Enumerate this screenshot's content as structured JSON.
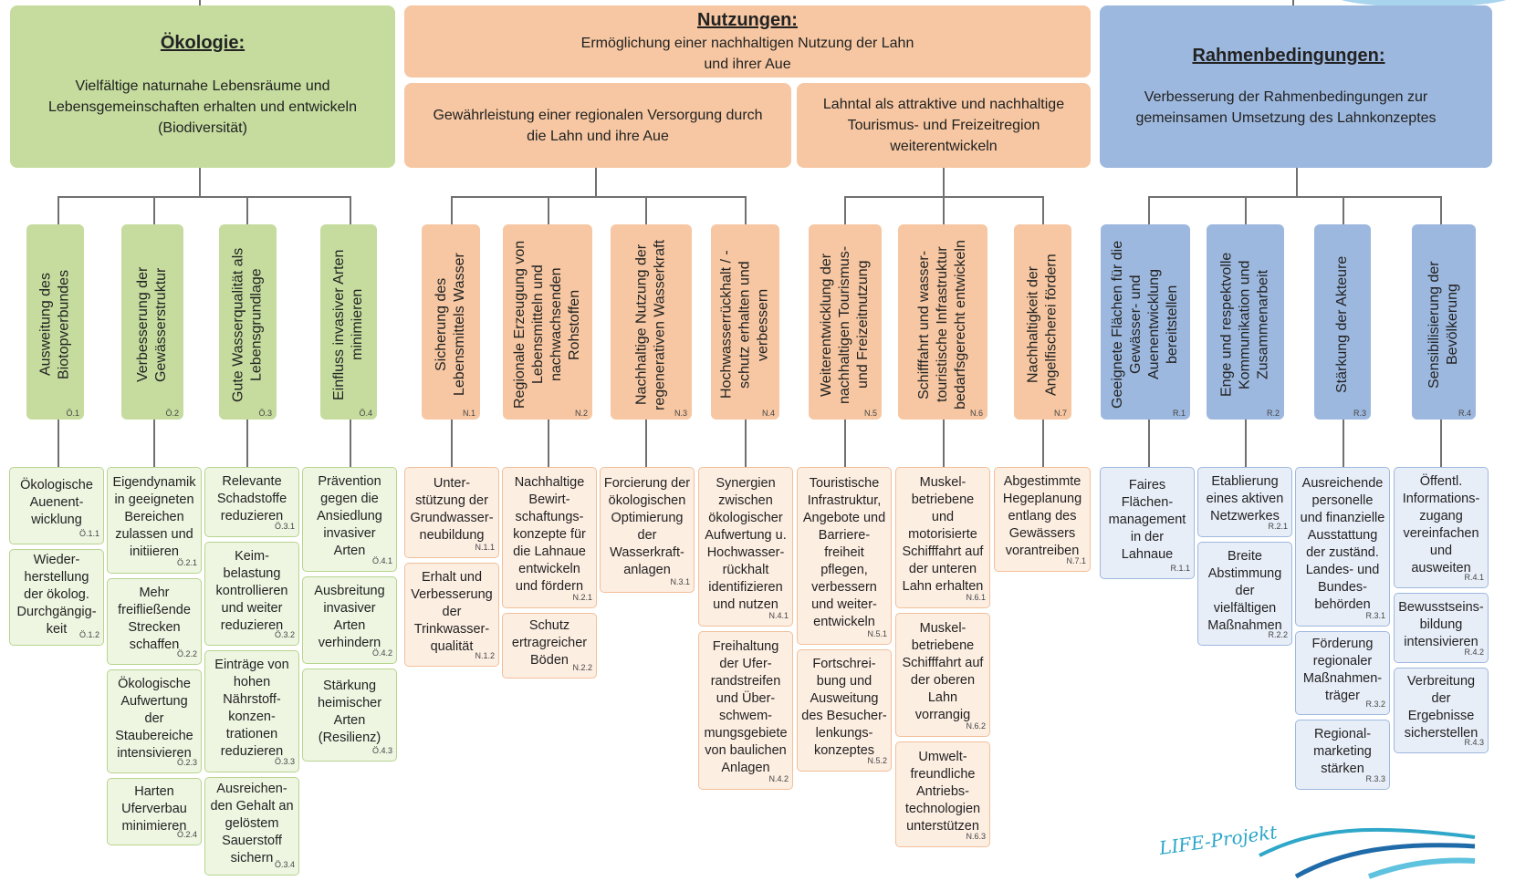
{
  "headers": {
    "oekologie": {
      "title": "Ökologie:",
      "text": "Vielfältige naturnahe Lebensräume und Lebensgemeinschaften erhalten und entwickeln (Biodiversität)"
    },
    "nutzungen": {
      "title": "Nutzungen:",
      "text": "Ermöglichung einer nachhaltigen Nutzung der Lahn und ihrer Aue"
    },
    "versorgung": {
      "text": "Gewährleistung einer regionalen Versorgung durch die Lahn und ihre Aue"
    },
    "tourismus": {
      "text": "Lahntal als attraktive und nachhaltige Tourismus- und Freizeitregion weiterentwickeln"
    },
    "rahmen": {
      "title": "Rahmenbedingungen:",
      "text": "Verbesserung der Rahmenbedingungen zur gemeinsamen Umsetzung des Lahnkonzeptes"
    }
  },
  "goals": {
    "o1": {
      "text": "Ausweitung des Biotopverbundes",
      "code": "Ö.1"
    },
    "o2": {
      "text": "Verbesserung der Gewässerstruktur",
      "code": "Ö.2"
    },
    "o3": {
      "text": "Gute Wasserqualität als Lebensgrundlage",
      "code": "Ö.3"
    },
    "o4": {
      "text": "Einfluss invasiver Arten minimieren",
      "code": "Ö.4"
    },
    "n1": {
      "text": "Sicherung des Lebensmittels Wasser",
      "code": "N.1"
    },
    "n2": {
      "text": "Regionale Erzeugung von Lebensmitteln und nachwachsenden Rohstoffen",
      "code": "N.2"
    },
    "n3": {
      "text": "Nachhaltige Nutzung der regenerativen Wasserkraft",
      "code": "N.3"
    },
    "n4": {
      "text": "Hochwasserrückhalt / -schutz erhalten und verbessern",
      "code": "N.4"
    },
    "n5": {
      "text": "Weiterentwicklung der nachhaltigen Tourismus- und Freizeitnutzung",
      "code": "N.5"
    },
    "n6": {
      "text": "Schifffahrt und wasser-touristische Infrastruktur bedarfsgerecht entwickeln",
      "code": "N.6"
    },
    "n7": {
      "text": "Nachhaltigkeit der Angelfischerei fördern",
      "code": "N.7"
    },
    "r1": {
      "text": "Geeignete Flächen für die Gewässer- und Auenentwicklung bereitstellen",
      "code": "R.1"
    },
    "r2": {
      "text": "Enge und respektvolle Kommunikation und Zusammenarbeit",
      "code": "R.2"
    },
    "r3": {
      "text": "Stärkung der Akteure",
      "code": "R.3"
    },
    "r4": {
      "text": "Sensibilisierung der Bevölkerung",
      "code": "R.4"
    }
  },
  "measures": {
    "o11": {
      "text": "Ökologische\nAuenent-\nwicklung",
      "code": "Ö.1.1"
    },
    "o12": {
      "text": "Wieder-\nherstellung\nder ökolog.\nDurchgängig-\nkeit",
      "code": "Ö.1.2"
    },
    "o21": {
      "text": "Eigendynamik\nin geeigneten\nBereichen\nzulassen und\ninitiieren",
      "code": "Ö.2.1"
    },
    "o22": {
      "text": "Mehr\nfreifließende\nStrecken\nschaffen",
      "code": "Ö.2.2"
    },
    "o23": {
      "text": "Ökologische\nAufwertung\nder\nStaubereiche\nintensivieren",
      "code": "Ö.2.3"
    },
    "o24": {
      "text": "Harten\nUferverbau\nminimieren",
      "code": "Ö.2.4"
    },
    "o31": {
      "text": "Relevante\nSchadstoffe\nreduzieren",
      "code": "Ö.3.1"
    },
    "o32": {
      "text": "Keim-\nbelastung\nkontrollieren\nund weiter\nreduzieren",
      "code": "Ö.3.2"
    },
    "o33": {
      "text": "Einträge von\nhohen\nNährstoff-\nkonzen-\ntrationen\nreduzieren",
      "code": "Ö.3.3"
    },
    "o34": {
      "text": "Ausreichen-\nden Gehalt an\ngelöstem\nSauerstoff\nsichern",
      "code": "Ö.3.4"
    },
    "o41": {
      "text": "Prävention\ngegen die\nAnsiedlung\ninvasiver\nArten",
      "code": "Ö.4.1"
    },
    "o42": {
      "text": "Ausbreitung\ninvasiver\nArten\nverhindern",
      "code": "Ö.4.2"
    },
    "o43": {
      "text": "Stärkung\nheimischer\nArten\n(Resilienz)",
      "code": "Ö.4.3"
    },
    "n11": {
      "text": "Unter-\nstützung der\nGrundwasser-\nneubildung",
      "code": "N.1.1"
    },
    "n12": {
      "text": "Erhalt und\nVerbesserung\nder\nTrinkwasser-\nqualität",
      "code": "N.1.2"
    },
    "n21": {
      "text": "Nachhaltige\nBewirt-\nschaftungs-\nkonzepte für\ndie Lahnaue\nentwickeln\nund fördern",
      "code": "N.2.1"
    },
    "n22": {
      "text": "Schutz\nertragreicher\nBöden",
      "code": "N.2.2"
    },
    "n31": {
      "text": "Forcierung der\nökologischen\nOptimierung\nder\nWasserkraft-\nanlagen",
      "code": "N.3.1"
    },
    "n41": {
      "text": "Synergien\nzwischen\nökologischer\nAufwertung u.\nHochwasser-\nrückhalt\nidentifizieren\nund nutzen",
      "code": "N.4.1"
    },
    "n42": {
      "text": "Freihaltung\nder Ufer-\nrandstreifen\nund Über-\nschwem-\nmungsgebiete\nvon baulichen\nAnlagen",
      "code": "N.4.2"
    },
    "n51": {
      "text": "Touristische\nInfrastruktur,\nAngebote und\nBarriere-\nfreiheit\npflegen,\nverbessern\nund weiter-\nentwickeln",
      "code": "N.5.1"
    },
    "n52": {
      "text": "Fortschrei-\nbung und\nAusweitung\ndes Besucher-\nlenkungs-\nkonzeptes",
      "code": "N.5.2"
    },
    "n61": {
      "text": "Muskel-\nbetriebene\nund\nmotorisierte\nSchifffahrt auf\nder unteren\nLahn erhalten",
      "code": "N.6.1"
    },
    "n62": {
      "text": "Muskel-\nbetriebene\nSchifffahrt auf\nder oberen\nLahn\nvorrangig",
      "code": "N.6.2"
    },
    "n63": {
      "text": "Umwelt-\nfreundliche\nAntriebs-\ntechnologien\nunterstützen",
      "code": "N.6.3"
    },
    "n71": {
      "text": "Abgestimmte\nHegeplanung\nentlang des\nGewässers\nvorantreiben",
      "code": "N.7.1"
    },
    "r11": {
      "text": "Faires\nFlächen-\nmanagement\nin der\nLahnaue",
      "code": "R.1.1"
    },
    "r21": {
      "text": "Etablierung\neines aktiven\nNetzwerkes",
      "code": "R.2.1"
    },
    "r22": {
      "text": "Breite\nAbstimmung\nder\nvielfältigen\nMaßnahmen",
      "code": "R.2.2"
    },
    "r31": {
      "text": "Ausreichende\npersonelle\nund finanzielle\nAusstattung\nder zuständ.\nLandes- und\nBundes-\nbehörden",
      "code": "R.3.1"
    },
    "r32": {
      "text": "Förderung\nregionaler\nMaßnahmen-\nträger",
      "code": "R.3.2"
    },
    "r33": {
      "text": "Regional-\nmarketing\nstärken",
      "code": "R.3.3"
    },
    "r41": {
      "text": "Öffentl.\nInformations-\nzugang\nvereinfachen\nund\nausweiten",
      "code": "R.4.1"
    },
    "r42": {
      "text": "Bewusstseins-\nbildung\nintensivieren",
      "code": "R.4.2"
    },
    "r43": {
      "text": "Verbreitung\nder\nErgebnisse\nsicherstellen",
      "code": "R.4.3"
    }
  },
  "logo": {
    "text": "LIFE-Projekt"
  },
  "colors": {
    "green": "#c5dc9e",
    "orange": "#f6c7a2",
    "blue": "#9db8de"
  }
}
